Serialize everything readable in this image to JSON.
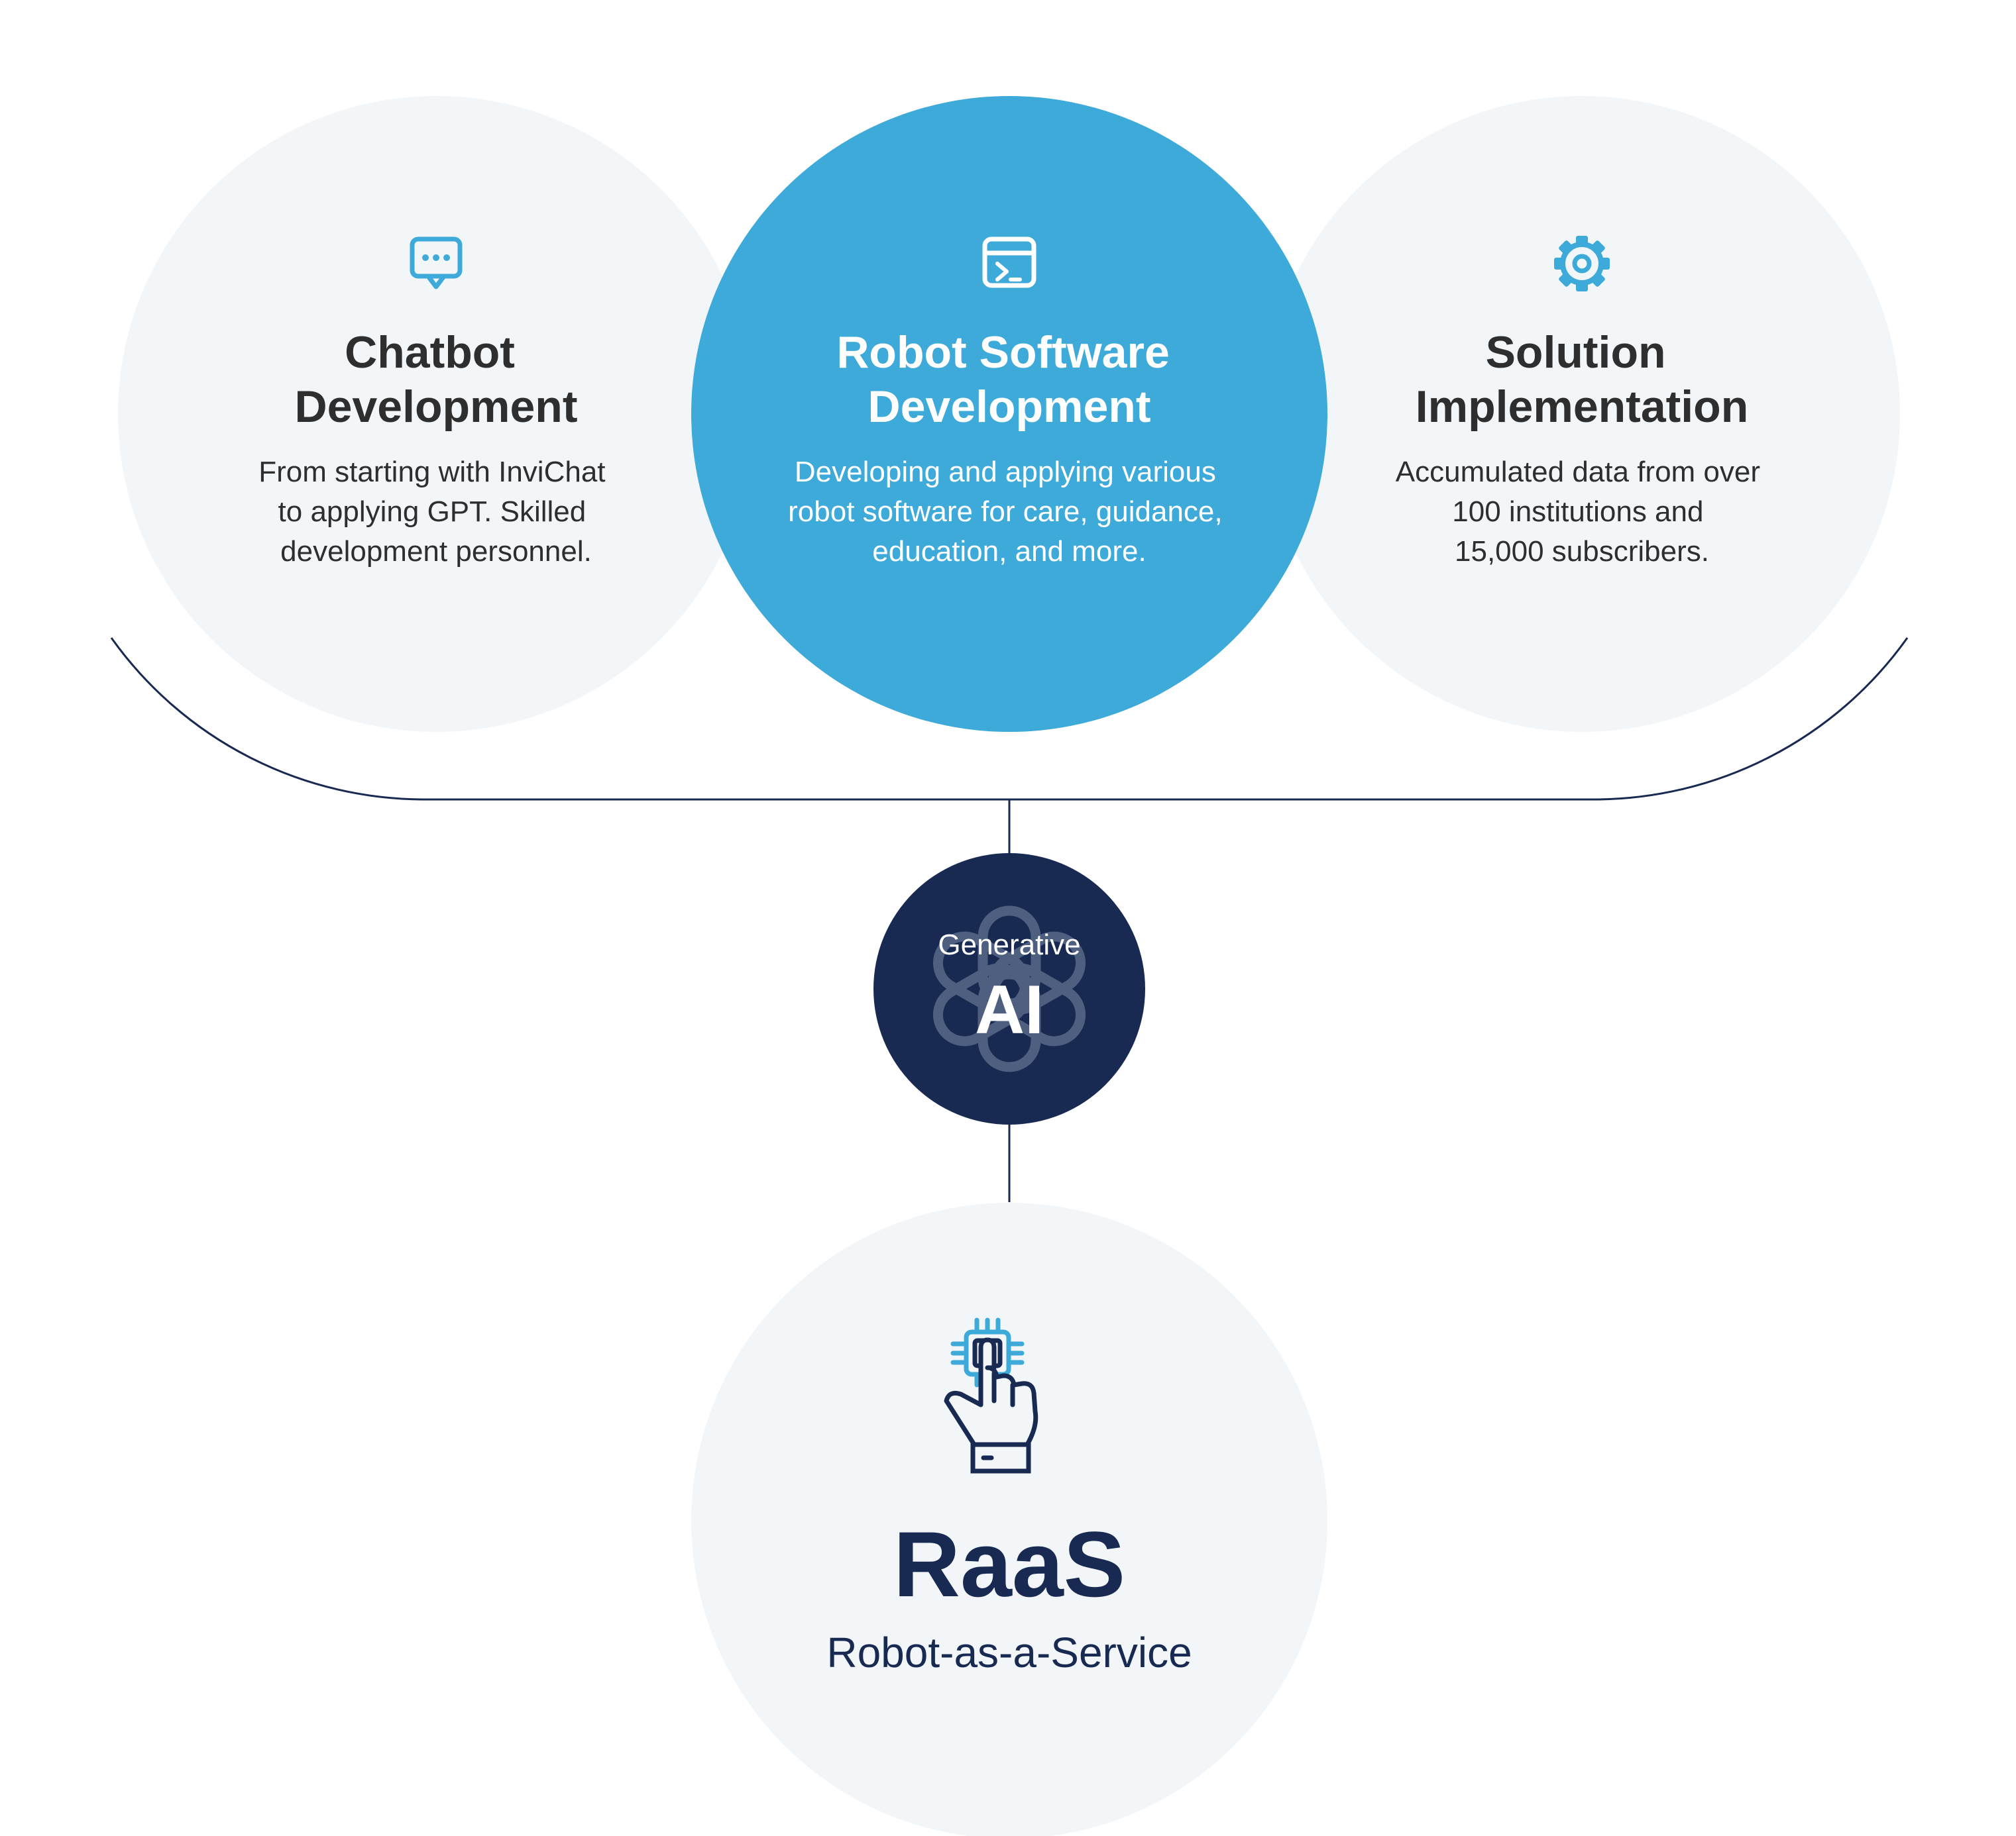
{
  "colors": {
    "accent_blue": "#3daad9",
    "navy": "#182a52",
    "light_bg": "#f2f6f9",
    "text_dark": "#2e2e2e",
    "white": "#ffffff"
  },
  "services": [
    {
      "icon": "chat-bubble-icon",
      "title_lines": [
        "Chatbot",
        "Development"
      ],
      "desc_lines": [
        "From starting with InviChat",
        "to applying GPT. Skilled",
        "development personnel."
      ]
    },
    {
      "icon": "terminal-window-icon",
      "title_lines": [
        "Robot Software",
        "Development"
      ],
      "desc_lines": [
        "Developing and applying various",
        "robot software for care, guidance,",
        "education, and more."
      ]
    },
    {
      "icon": "gear-icon",
      "title_lines": [
        "Solution",
        "Implementation"
      ],
      "desc_lines": [
        "Accumulated data from over",
        "100 institutions and",
        "15,000 subscribers."
      ]
    }
  ],
  "ai_node": {
    "label_small": "Generative",
    "label_big": "AI",
    "icon": "openai-knot-icon"
  },
  "raas": {
    "icon": "hand-tapping-chip-icon",
    "title": "RaaS",
    "subtitle": "Robot-as-a-Service"
  }
}
